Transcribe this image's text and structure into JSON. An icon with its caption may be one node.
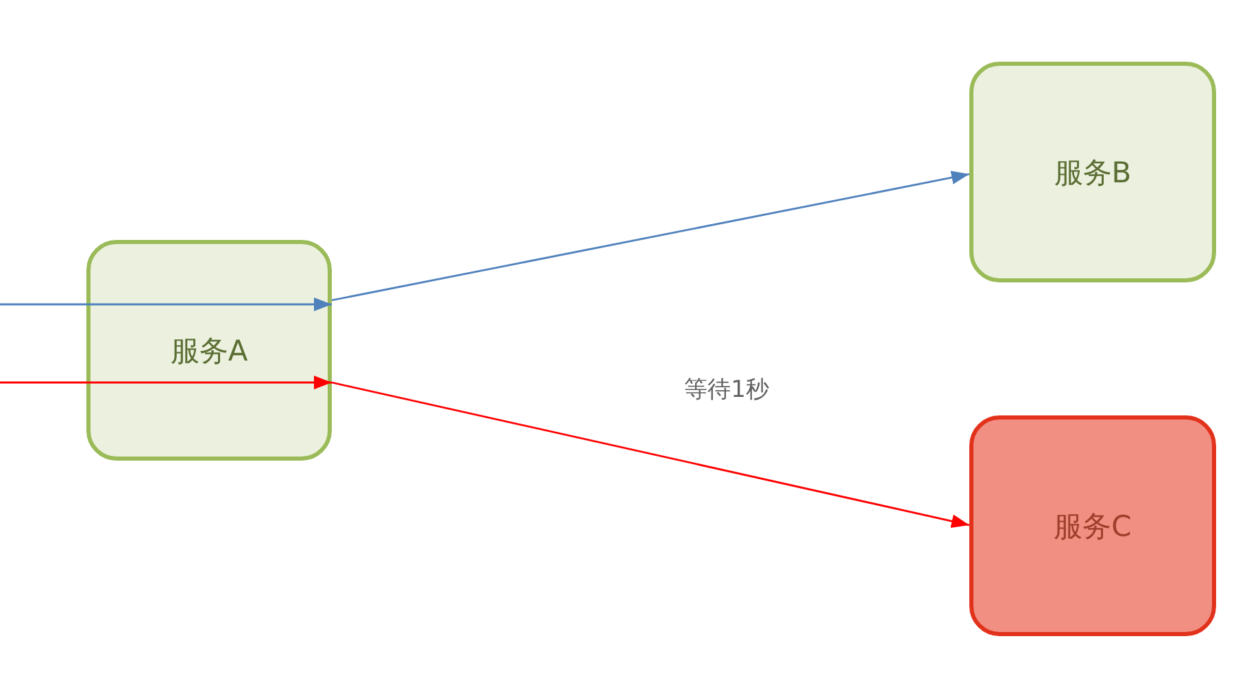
{
  "diagram": {
    "nodes": [
      {
        "text": [
          "服务A"
        ]
      },
      {
        "text": [
          "服务B"
        ]
      },
      {
        "text": [
          "服务C"
        ]
      }
    ],
    "edges": [
      {
        "from": null,
        "to": 0,
        "arrow": "to",
        "color": "#4f81bd"
      },
      {
        "from": 0,
        "to": 1,
        "arrow": "to",
        "color": "#4f81bd"
      },
      {
        "from": null,
        "to": 0,
        "arrow": "to",
        "color": "#ff0000"
      },
      {
        "from": 0,
        "to": 2,
        "arrow": "to",
        "color": "#ff0000"
      }
    ],
    "labels": [
      "等待1秒"
    ]
  }
}
